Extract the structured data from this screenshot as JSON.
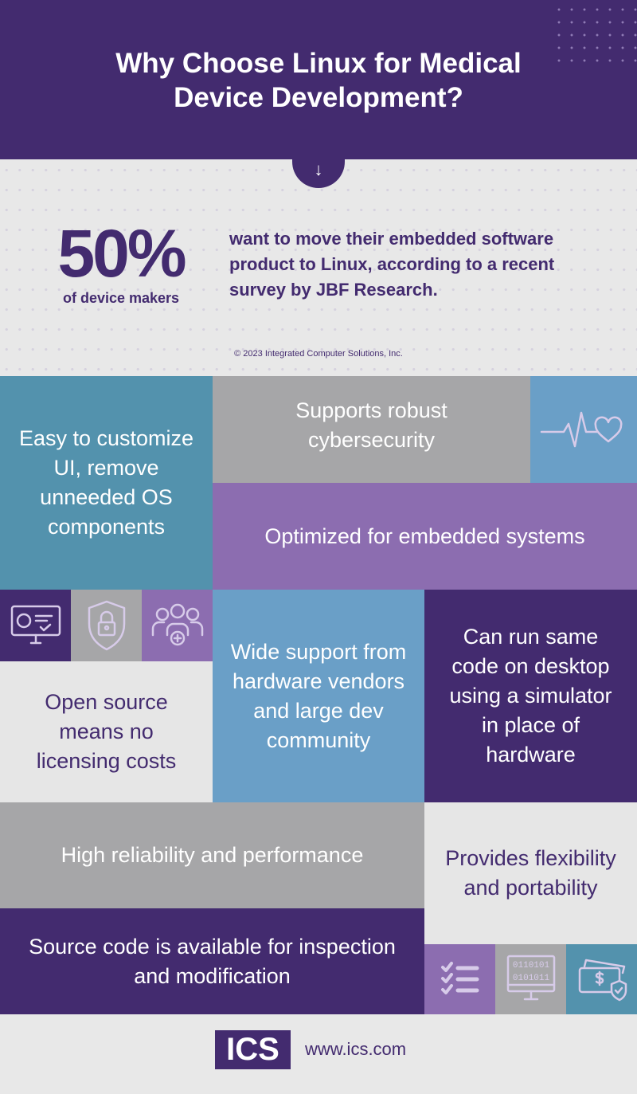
{
  "header": {
    "title_line1": "Why Choose Linux for Medical",
    "title_line2": "Device Development?"
  },
  "stat": {
    "percent": "50%",
    "subject": "of device makers",
    "text": "want to move their embedded software product to Linux, according to a recent survey by JBF Research.",
    "copyright": "© 2023 Integrated Computer Solutions, Inc."
  },
  "tiles": {
    "customize": "Easy to customize UI, remove unneeded OS components",
    "cybersecurity": "Supports robust cybersecurity",
    "embedded": "Optimized for embedded systems",
    "open_source": "Open source means no licensing costs",
    "support": "Wide support from hardware vendors and large dev community",
    "simulator": "Can run same code on desktop using a simulator in place of hardware",
    "reliability": "High reliability and performance",
    "flexibility": "Provides flexibility and portability",
    "source_code": "Source code is available for inspection and modification"
  },
  "icons": [
    "heartbeat-icon",
    "monitor-dollar-icon",
    "shield-lock-icon",
    "team-add-icon",
    "checklist-icon",
    "binary-monitor-icon",
    "money-shield-icon"
  ],
  "binary": {
    "line1": "0110101",
    "line2": "0101011"
  },
  "footer": {
    "logo": "ICS",
    "url": "www.ics.com"
  },
  "colors": {
    "purple": "#432b6f",
    "teal": "#5392ad",
    "gray": "#a6a6a8",
    "blue": "#6a9fc7",
    "lavender": "#8c6db0"
  }
}
